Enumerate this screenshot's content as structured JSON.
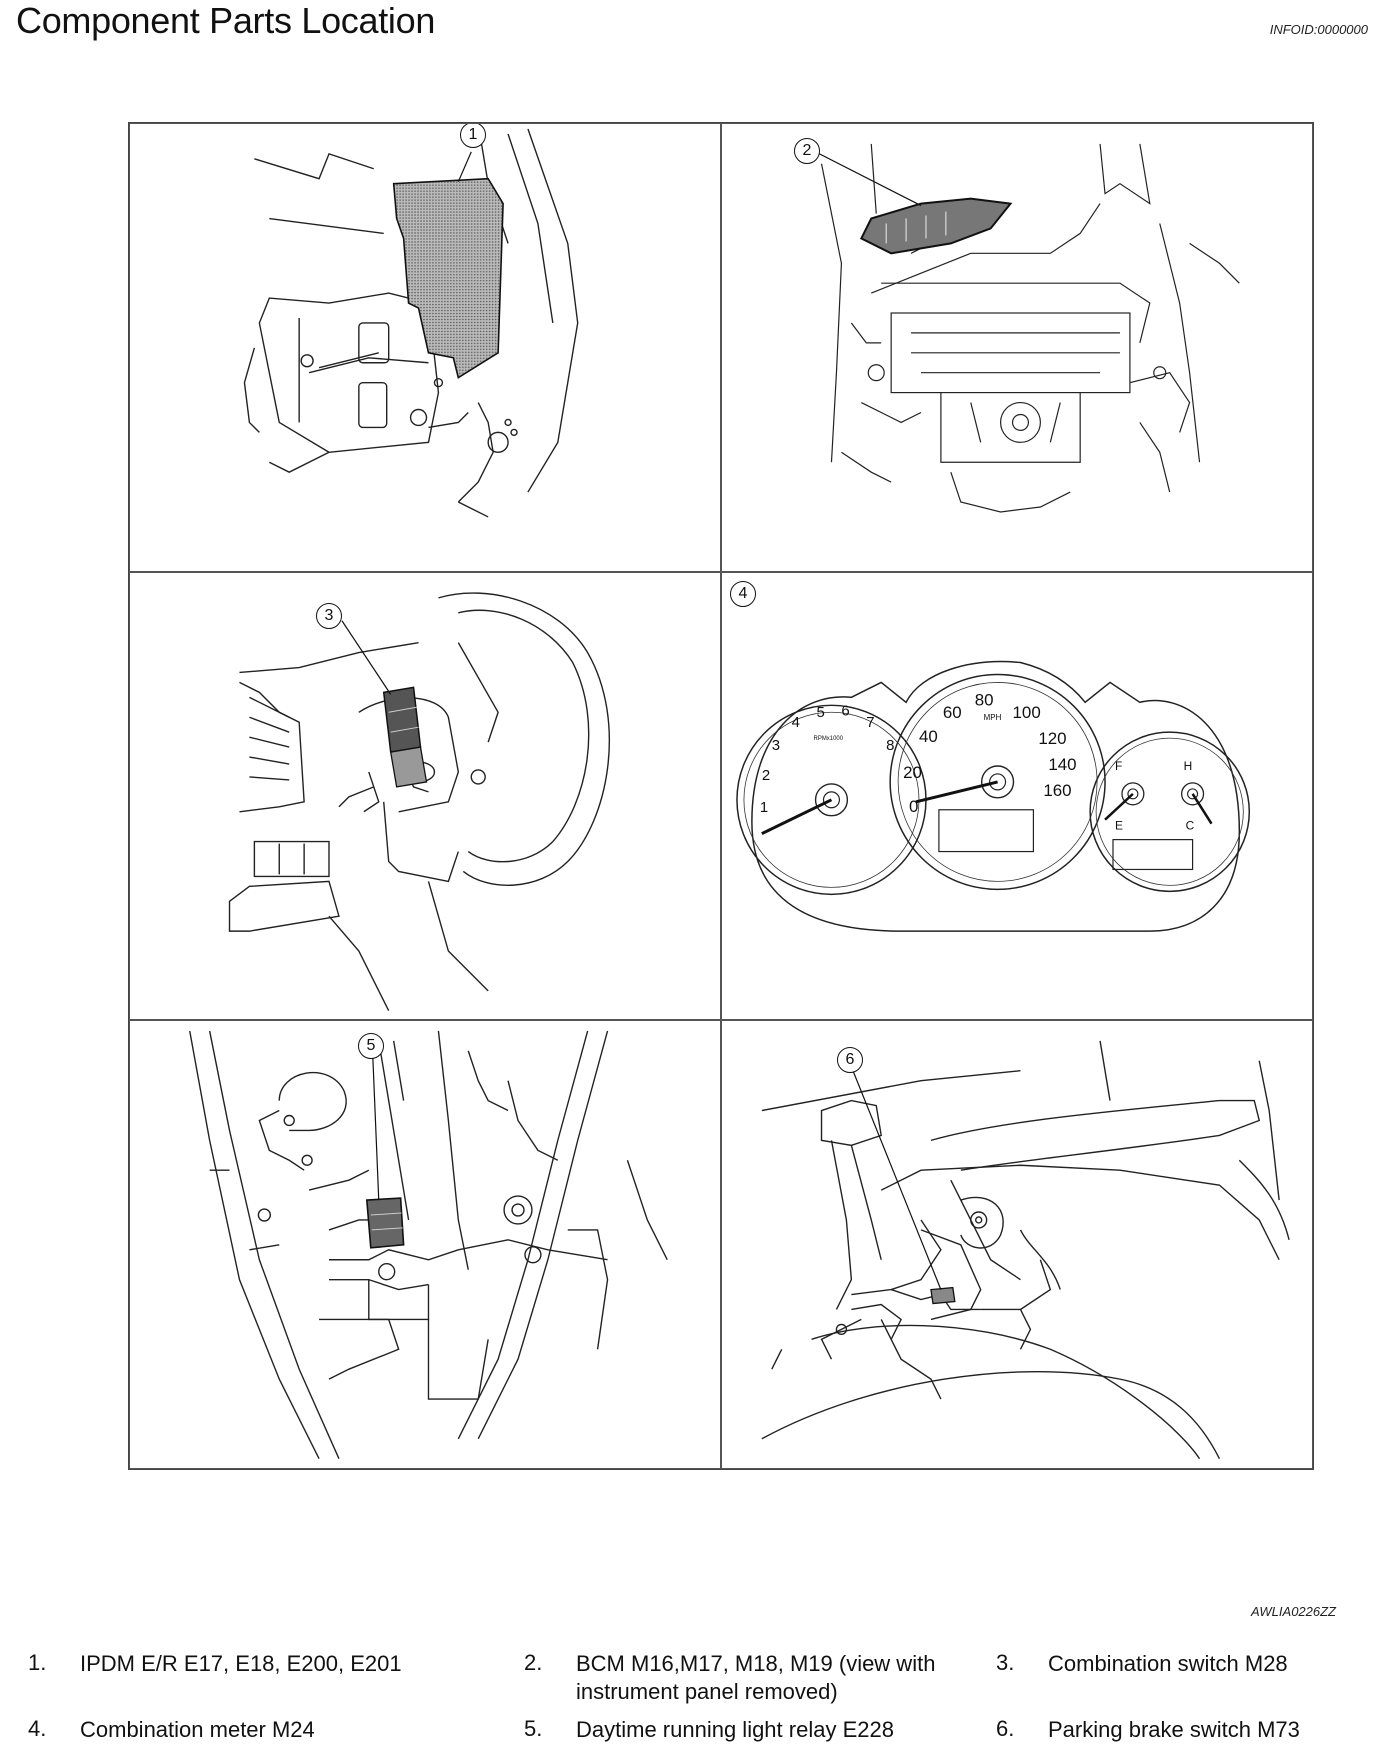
{
  "header": {
    "title": "Component Parts Location",
    "info_id": "INFOID:0000000"
  },
  "figure": {
    "code": "AWLIA0226ZZ",
    "callouts": [
      "1",
      "2",
      "3",
      "4",
      "5",
      "6"
    ]
  },
  "gauges": {
    "tach": [
      "1",
      "2",
      "3",
      "4",
      "5",
      "6",
      "7",
      "8"
    ],
    "tach_label": "RPMx1000",
    "speed": [
      "0",
      "20",
      "40",
      "60",
      "80",
      "100",
      "120",
      "140",
      "160"
    ],
    "speed_unit": "MPH",
    "fuel": [
      "F",
      "E"
    ],
    "temp": [
      "H",
      "C"
    ]
  },
  "legend": {
    "items": [
      {
        "num": "1.",
        "text": "IPDM E/R E17, E18, E200, E201"
      },
      {
        "num": "2.",
        "text": "BCM M16,M17, M18, M19 (view with",
        "text2": "instrument panel removed)"
      },
      {
        "num": "3.",
        "text": "Combination switch M28"
      },
      {
        "num": "4.",
        "text": "Combination meter M24"
      },
      {
        "num": "5.",
        "text": "Daytime running light relay E228"
      },
      {
        "num": "6.",
        "text": "Parking brake switch M73"
      }
    ]
  }
}
